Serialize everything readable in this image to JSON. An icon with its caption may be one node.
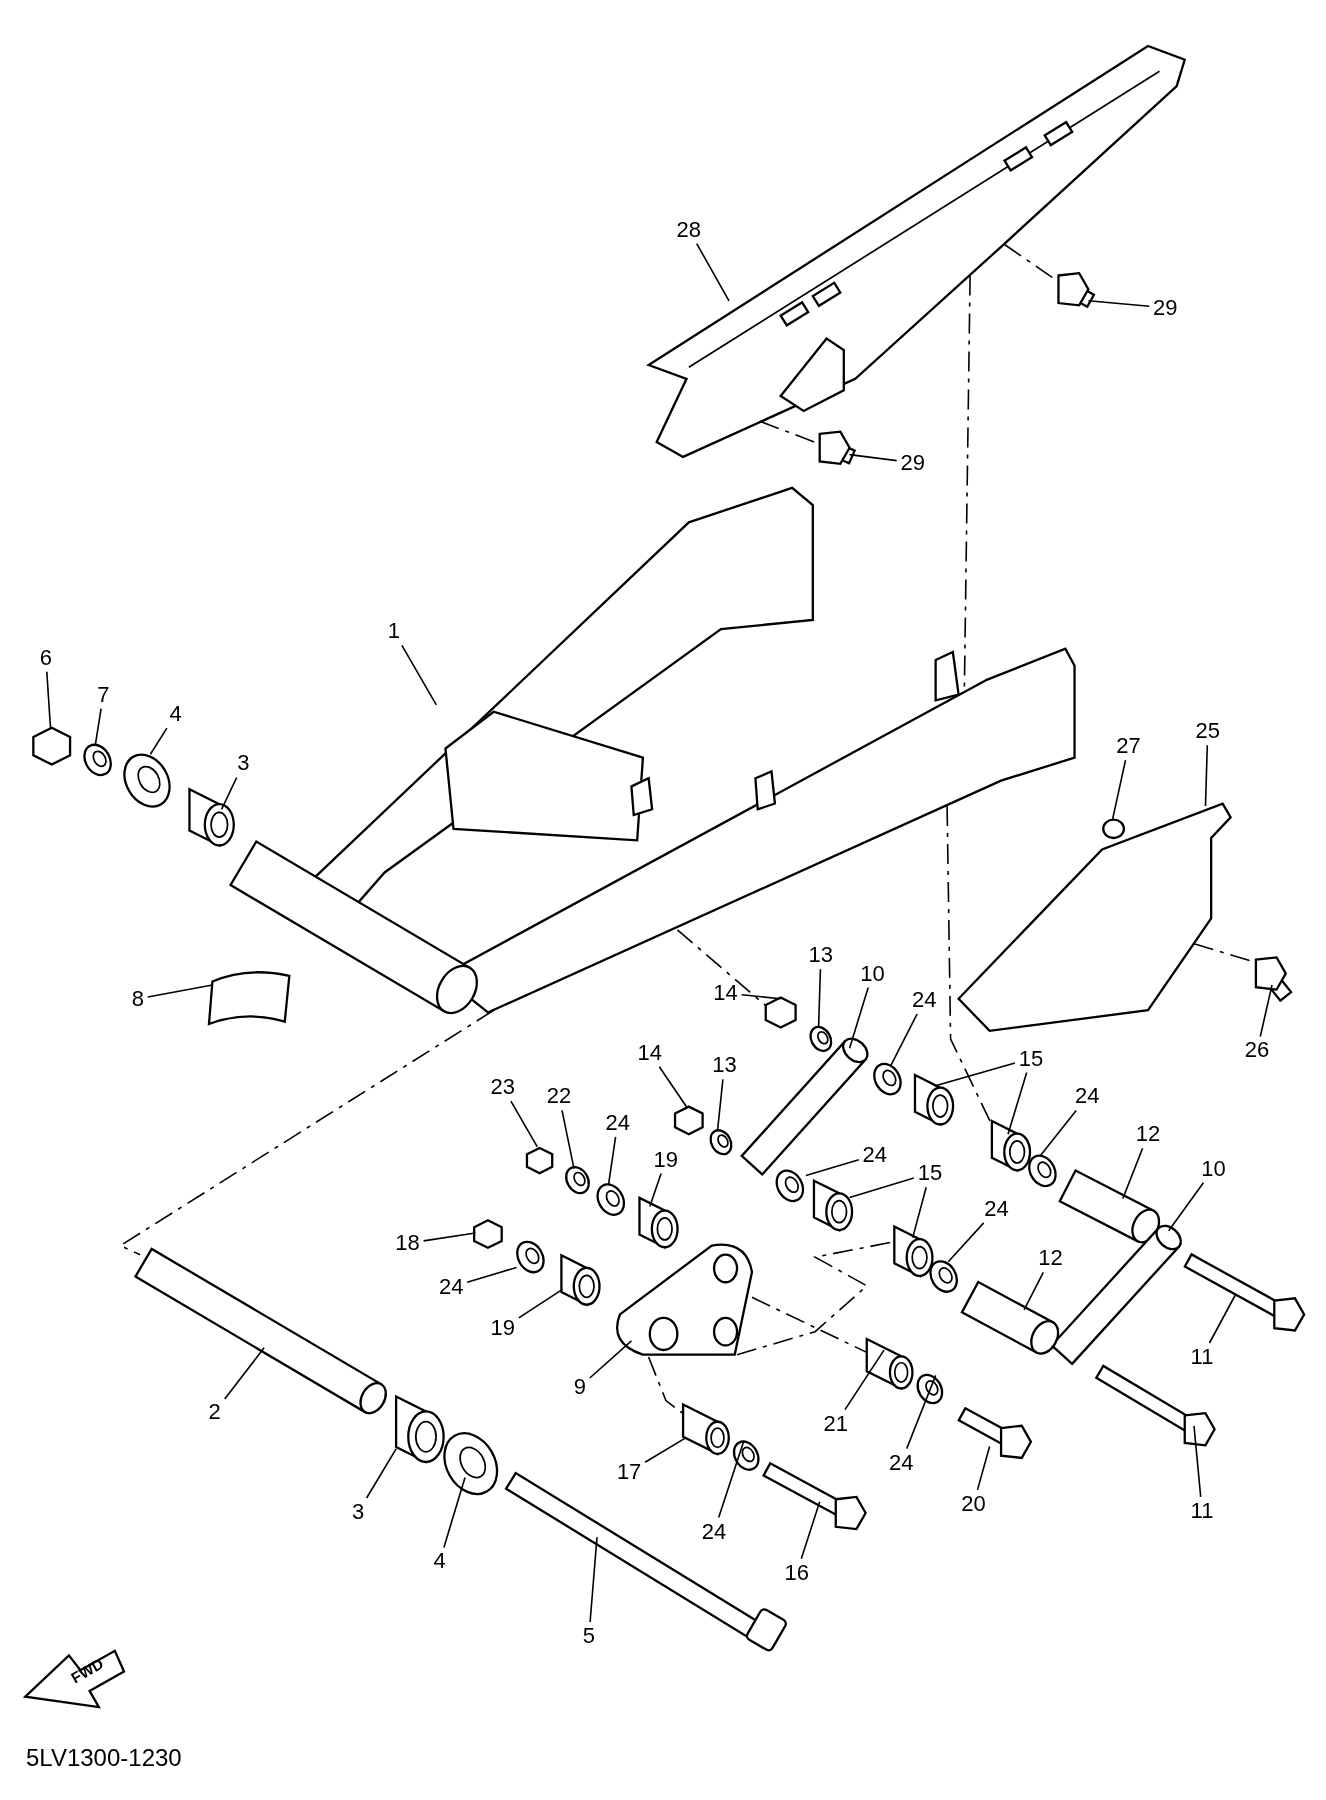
{
  "diagram": {
    "nodes": [
      {
        "text": [
          "28"
        ]
      },
      {
        "text": [
          "29"
        ]
      },
      {
        "text": [
          "29"
        ]
      },
      {
        "text": [
          "1"
        ]
      },
      {
        "text": [
          "6"
        ]
      },
      {
        "text": [
          "7"
        ]
      },
      {
        "text": [
          "4"
        ]
      },
      {
        "text": [
          "25"
        ]
      },
      {
        "text": [
          "27"
        ]
      },
      {
        "text": [
          "3"
        ]
      },
      {
        "text": [
          "13"
        ]
      },
      {
        "text": [
          "10"
        ]
      },
      {
        "text": [
          "14"
        ]
      },
      {
        "text": [
          "8"
        ]
      },
      {
        "text": [
          "24"
        ]
      },
      {
        "text": [
          "26"
        ]
      },
      {
        "text": [
          "14"
        ]
      },
      {
        "text": [
          "15"
        ]
      },
      {
        "text": [
          "23"
        ]
      },
      {
        "text": [
          "13"
        ]
      },
      {
        "text": [
          "22"
        ]
      },
      {
        "text": [
          "24"
        ]
      },
      {
        "text": [
          "24"
        ]
      },
      {
        "text": [
          "12"
        ]
      },
      {
        "text": [
          "19"
        ]
      },
      {
        "text": [
          "24"
        ]
      },
      {
        "text": [
          "10"
        ]
      },
      {
        "text": [
          "15"
        ]
      },
      {
        "text": [
          "24"
        ]
      },
      {
        "text": [
          "18"
        ]
      },
      {
        "text": [
          "12"
        ]
      },
      {
        "text": [
          "24"
        ]
      },
      {
        "text": [
          "19"
        ]
      },
      {
        "text": [
          "11"
        ]
      },
      {
        "text": [
          "9"
        ]
      },
      {
        "text": [
          "2"
        ]
      },
      {
        "text": [
          "21"
        ]
      },
      {
        "text": [
          "24"
        ]
      },
      {
        "text": [
          "17"
        ]
      },
      {
        "text": [
          "20"
        ]
      },
      {
        "text": [
          "3"
        ]
      },
      {
        "text": [
          "11"
        ]
      },
      {
        "text": [
          "24"
        ]
      },
      {
        "text": [
          "4"
        ]
      },
      {
        "text": [
          "16"
        ]
      },
      {
        "text": [
          "5"
        ]
      },
      {
        "text": [],
        "shape": "picture"
      },
      {
        "text": [],
        "shape": "bolt"
      },
      {
        "text": [],
        "shape": "bolt"
      },
      {
        "text": [],
        "shape": "picture"
      },
      {
        "text": [],
        "shape": "nut"
      },
      {
        "text": [],
        "shape": "washer"
      },
      {
        "text": [],
        "shape": "washer"
      },
      {
        "text": [],
        "shape": "picture"
      },
      {
        "text": [],
        "shape": "circle"
      },
      {
        "text": [],
        "shape": "cylinder"
      },
      {
        "text": [],
        "shape": "washer"
      },
      {
        "text": [],
        "shape": "rod"
      },
      {
        "text": [],
        "shape": "nut"
      },
      {
        "text": [],
        "shape": "box"
      },
      {
        "text": [],
        "shape": "washer"
      },
      {
        "text": [],
        "shape": "bolt"
      },
      {
        "text": [],
        "shape": "nut"
      },
      {
        "text": [],
        "shape": "cylinder"
      },
      {
        "text": [],
        "shape": "nut"
      },
      {
        "text": [],
        "shape": "washer"
      },
      {
        "text": [],
        "shape": "washer"
      },
      {
        "text": [],
        "shape": "washer"
      },
      {
        "text": [],
        "shape": "washer"
      },
      {
        "text": [],
        "shape": "rod"
      },
      {
        "text": [],
        "shape": "cylinder"
      },
      {
        "text": [],
        "shape": "washer"
      },
      {
        "text": [],
        "shape": "rod"
      },
      {
        "text": [],
        "shape": "cylinder"
      },
      {
        "text": [],
        "shape": "washer"
      },
      {
        "text": [],
        "shape": "nut"
      },
      {
        "text": [],
        "shape": "rod"
      },
      {
        "text": [],
        "shape": "washer"
      },
      {
        "text": [],
        "shape": "cylinder"
      },
      {
        "text": [],
        "shape": "bolt"
      },
      {
        "text": [],
        "shape": "picture"
      },
      {
        "text": [],
        "shape": "rod"
      },
      {
        "text": [],
        "shape": "cylinder"
      },
      {
        "text": [],
        "shape": "washer"
      },
      {
        "text": [],
        "shape": "cylinder"
      },
      {
        "text": [],
        "shape": "bolt"
      },
      {
        "text": [],
        "shape": "cylinder"
      },
      {
        "text": [],
        "shape": "bolt"
      },
      {
        "text": [],
        "shape": "washer"
      },
      {
        "text": [],
        "shape": "washer"
      },
      {
        "text": [],
        "shape": "bolt"
      },
      {
        "text": [],
        "shape": "picture"
      },
      {
        "text": [],
        "shape": "cylinder"
      },
      {
        "text": [],
        "shape": "cylinder"
      }
    ],
    "edges": [
      {
        "from": 0,
        "to": 46,
        "arrow": "none"
      },
      {
        "from": 1,
        "to": 47,
        "arrow": "none"
      },
      {
        "from": 2,
        "to": 48,
        "arrow": "none"
      },
      {
        "from": 3,
        "to": 49,
        "arrow": "none"
      },
      {
        "from": 4,
        "to": 50,
        "arrow": "none"
      },
      {
        "from": 5,
        "to": 51,
        "arrow": "none"
      },
      {
        "from": 6,
        "to": 52,
        "arrow": "none"
      },
      {
        "from": 7,
        "to": 53,
        "arrow": "none"
      },
      {
        "from": 8,
        "to": 54,
        "arrow": "none"
      },
      {
        "from": 9,
        "to": 55,
        "arrow": "none"
      },
      {
        "from": 10,
        "to": 56,
        "arrow": "none"
      },
      {
        "from": 11,
        "to": 57,
        "arrow": "none"
      },
      {
        "from": 12,
        "to": 58,
        "arrow": "none"
      },
      {
        "from": 13,
        "to": 59,
        "arrow": "none"
      },
      {
        "from": 14,
        "to": 60,
        "arrow": "none"
      },
      {
        "from": 15,
        "to": 61,
        "arrow": "none"
      },
      {
        "from": 16,
        "to": 62,
        "arrow": "none"
      },
      {
        "from": 17,
        "to": 63,
        "arrow": "none"
      },
      {
        "from": 18,
        "to": 64,
        "arrow": "none"
      },
      {
        "from": 19,
        "to": 65,
        "arrow": "none"
      },
      {
        "from": 20,
        "to": 66,
        "arrow": "none"
      },
      {
        "from": 21,
        "to": 67,
        "arrow": "none"
      },
      {
        "from": 22,
        "to": 68,
        "arrow": "none"
      },
      {
        "from": 23,
        "to": 69,
        "arrow": "none"
      },
      {
        "from": 24,
        "to": 70,
        "arrow": "none"
      },
      {
        "from": 25,
        "to": 71,
        "arrow": "none"
      },
      {
        "from": 26,
        "to": 72,
        "arrow": "none"
      },
      {
        "from": 27,
        "to": 73,
        "arrow": "none"
      },
      {
        "from": 28,
        "to": 74,
        "arrow": "none"
      },
      {
        "from": 29,
        "to": 75,
        "arrow": "none"
      },
      {
        "from": 30,
        "to": 76,
        "arrow": "none"
      },
      {
        "from": 31,
        "to": 77,
        "arrow": "none"
      },
      {
        "from": 32,
        "to": 78,
        "arrow": "none"
      },
      {
        "from": 33,
        "to": 79,
        "arrow": "none"
      },
      {
        "from": 34,
        "to": 80,
        "arrow": "none"
      },
      {
        "from": 35,
        "to": 81,
        "arrow": "none"
      },
      {
        "from": 36,
        "to": 82,
        "arrow": "none"
      },
      {
        "from": 37,
        "to": 83,
        "arrow": "none"
      },
      {
        "from": 38,
        "to": 84,
        "arrow": "none"
      },
      {
        "from": 39,
        "to": 85,
        "arrow": "none"
      },
      {
        "from": 40,
        "to": 86,
        "arrow": "none"
      },
      {
        "from": 41,
        "to": 87,
        "arrow": "none"
      },
      {
        "from": 42,
        "to": 88,
        "arrow": "none"
      },
      {
        "from": 43,
        "to": 89,
        "arrow": "none"
      },
      {
        "from": 44,
        "to": 90,
        "arrow": "none"
      },
      {
        "from": 45,
        "to": 91,
        "arrow": "none"
      },
      {
        "from": 17,
        "to": 92,
        "arrow": "none"
      },
      {
        "from": 27,
        "to": 93,
        "arrow": "none"
      },
      {
        "from": 46,
        "to": 49,
        "arrow": "none",
        "style": "dashed"
      },
      {
        "from": 46,
        "to": 48,
        "arrow": "none",
        "style": "dashed"
      },
      {
        "from": 46,
        "to": 47,
        "arrow": "none",
        "style": "dashed"
      },
      {
        "from": 49,
        "to": 92,
        "arrow": "none",
        "style": "dashed"
      },
      {
        "from": 49,
        "to": 81,
        "arrow": "none",
        "style": "dashed"
      },
      {
        "from": 49,
        "to": 58,
        "arrow": "none",
        "style": "dashed"
      },
      {
        "from": 53,
        "to": 61,
        "arrow": "none",
        "style": "dashed"
      },
      {
        "from": 80,
        "to": 82,
        "arrow": "none",
        "style": "dashed"
      },
      {
        "from": 80,
        "to": 93,
        "arrow": "none",
        "style": "dashed"
      },
      {
        "from": 80,
        "to": 84,
        "arrow": "none",
        "style": "dashed"
      }
    ],
    "labels": [
      "FWD",
      "5LV1300-1230"
    ]
  }
}
